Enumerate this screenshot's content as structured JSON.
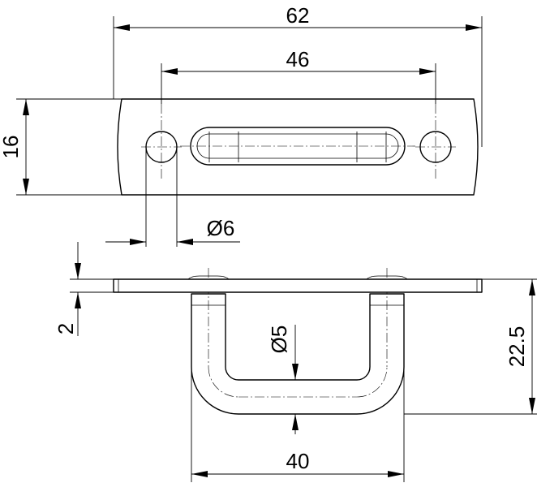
{
  "dimensions": {
    "overall_length": "62",
    "hole_spacing": "46",
    "plate_width": "16",
    "hole_diameter": "Ø6",
    "plate_thickness": "2",
    "total_height": "22.5",
    "wire_diameter": "Ø5",
    "loop_width": "40"
  }
}
